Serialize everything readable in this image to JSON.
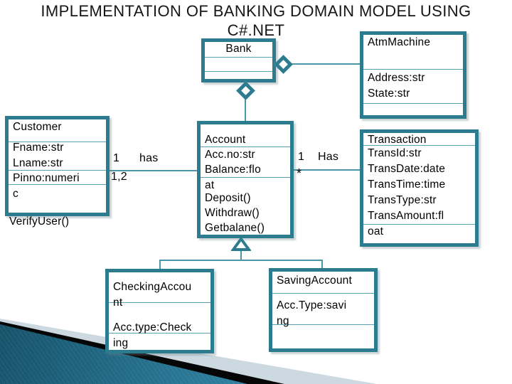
{
  "slide": {
    "title_line1": "IMPLEMENTATION OF BANKING DOMAIN MODEL USING",
    "title_line2": "C#.NET"
  },
  "colors": {
    "box_border": "#2d7b8e",
    "separator_line": "#58a2b2",
    "connector_line": "#4a96a8",
    "wedge_teal_dark": "#16536b",
    "wedge_teal_light": "#4fa6c6",
    "wedge_gray": "#cdd9e0",
    "wedge_black": "#060606"
  },
  "diagram": {
    "bank": {
      "name": "Bank"
    },
    "atm_machine": {
      "name": "AtmMachine",
      "attrs": [
        "Address:str",
        "State:str"
      ]
    },
    "customer": {
      "name": "Customer",
      "attrs": [
        "Fname:str",
        "Lname:str",
        "Pinno:numeri",
        "c"
      ],
      "method": "VerifyUser()"
    },
    "account": {
      "name": "Account",
      "attrs": [
        "Acc.no:str",
        "Balance:flo",
        "at",
        "Deposit()",
        "Withdraw()",
        "Getbalane()"
      ]
    },
    "transaction": {
      "name": "Transaction",
      "attrs": [
        "TransId:str",
        "TransDate:date",
        "TransTime:time",
        "TransType:str",
        "TransAmount:fl",
        "oat"
      ]
    },
    "checking_account": {
      "name_line1": "CheckingAccou",
      "name_line2": "nt",
      "attr_line1": "Acc.type:Check",
      "attr_line2": "ing"
    },
    "saving_account": {
      "name": "SavingAccount",
      "attr_line1": "Acc.Type:savi",
      "attr_line2": "ng"
    },
    "assoc_customer_account": {
      "mult_top": "1",
      "label": "has",
      "mult_bottom": "1,2"
    },
    "assoc_account_transaction": {
      "mult_top": "1",
      "label": "Has",
      "mult_bottom": "*"
    }
  }
}
